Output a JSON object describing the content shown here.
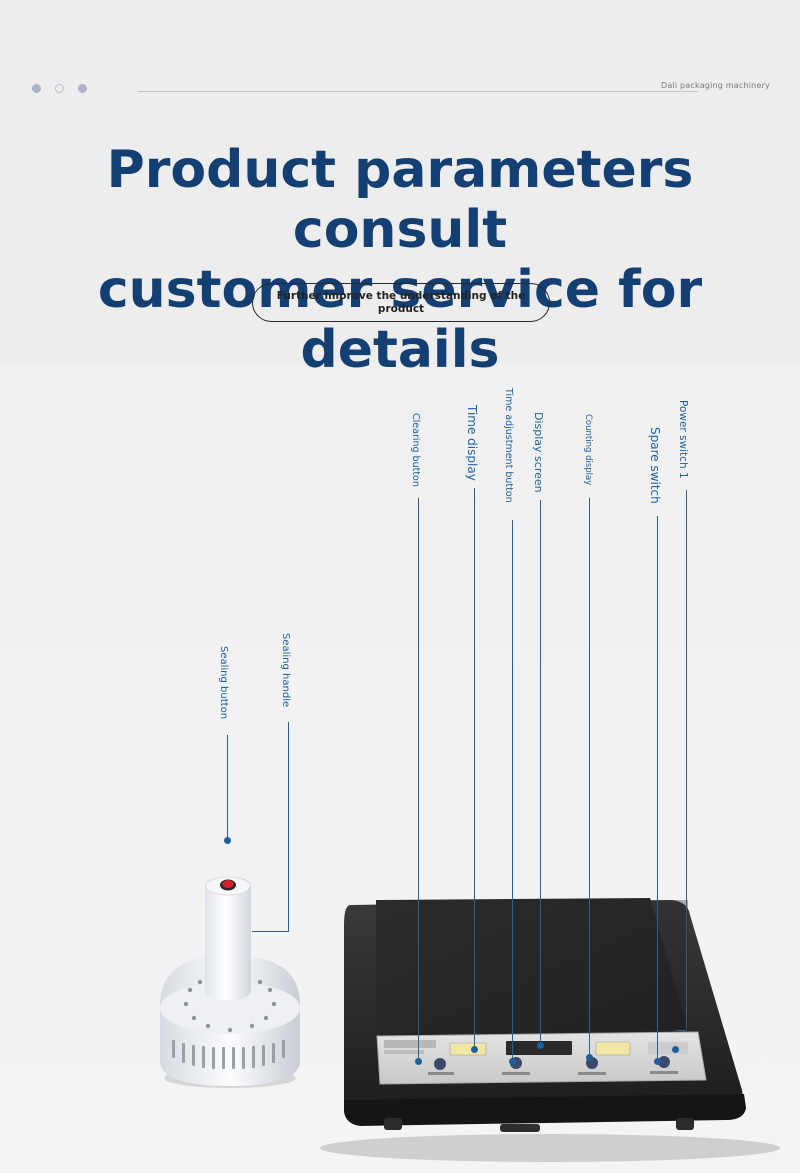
{
  "header": {
    "brand": "Dali packaging machinery",
    "headline_line1": "Product parameters consult",
    "headline_line2": "customer service for details",
    "pill_text": "Further improve the understanding of the product"
  },
  "colors": {
    "headline": "#133f73",
    "label": "#1f5f9a",
    "leader": "#2d5e8f",
    "machine_body": "#2a2a2c",
    "panel": "#d9d9d9",
    "handle": "#f4f6f8",
    "button_red": "#d8202a"
  },
  "callouts": {
    "clearing_button": "Clearing button",
    "time_display": "Time display",
    "time_adjustment_button": "Time adjustment button",
    "display_screen": "Display screen",
    "counting_display": "Counting display",
    "spare_switch": "Spare switch",
    "power_switch": "Power switch 1",
    "sealing_button": "Sealing button",
    "sealing_handle": "Sealing handle"
  }
}
